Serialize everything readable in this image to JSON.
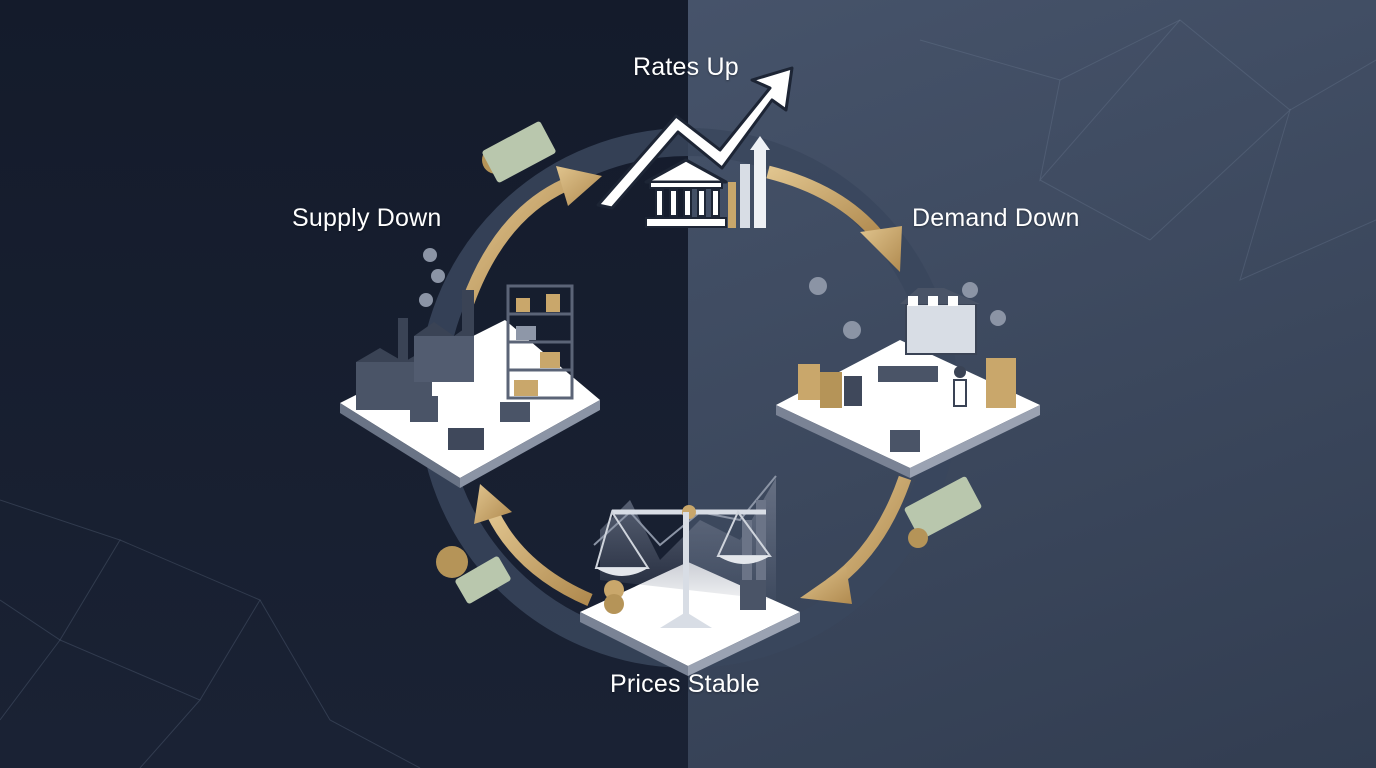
{
  "diagram": {
    "stages": [
      {
        "id": "rates",
        "label": "Rates Up",
        "icon": "bank-rising-chart-icon"
      },
      {
        "id": "demand",
        "label": "Demand Down",
        "icon": "storefront-shoppers-icon"
      },
      {
        "id": "prices",
        "label": "Prices Stable",
        "icon": "balance-scale-icon"
      },
      {
        "id": "supply",
        "label": "Supply Down",
        "icon": "factory-warehouse-icon"
      }
    ],
    "cycle_direction": "clockwise"
  },
  "colors": {
    "background_left": "#141b2b",
    "background_right": "#46536a",
    "ring": "#38455a",
    "arrow_gold": "#c9a76b",
    "label_text": "#ffffff"
  }
}
